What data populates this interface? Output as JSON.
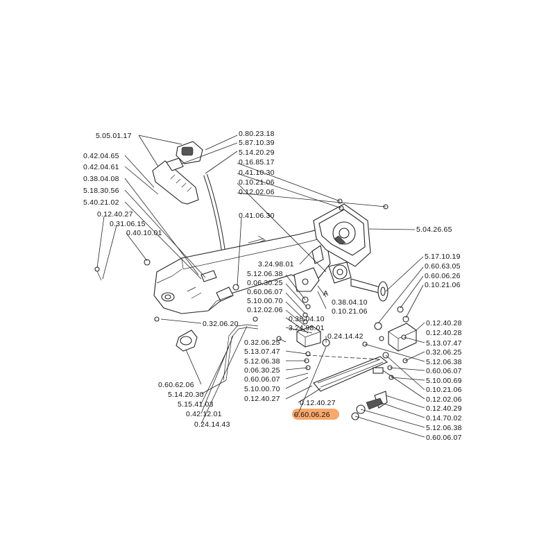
{
  "highlight_color": "#f7a86a",
  "labels": {
    "l01": "5.05.01.17",
    "l02": "0.80.23.18",
    "l03": "5.87.10.39",
    "l04": "5.14.20.29",
    "l05": "0.42.04.65",
    "l06": "0.42.04.61",
    "l07": "0.16.85.17",
    "l08": "0.41.10.30",
    "l09": "0.38.04.08",
    "l10": "5.18.30.56",
    "l11": "0.10.21.06",
    "l12": "0.12.02.06",
    "l13": "5.40.21.02",
    "l14": "0.12.40.27",
    "l15": "0.31.06.15",
    "l16": "0.40.10.01",
    "l17": "0.41.06.30",
    "l18": "5.04.26.65",
    "l19": "5.17.10.19",
    "l20": "0.60.63.05",
    "l21": "0.60.06.26",
    "l22": "0.10.21.06",
    "l23": "3.24.98.01",
    "l24": "5.12.06.38",
    "l25": "0.06.30.25",
    "l26": "0.60.06.07",
    "l27": "5.10.00.70",
    "l28": "0.12.02.06",
    "l29": "A",
    "l30": "0.38.04.10",
    "l31": "0.10.21.06",
    "l32": "0.38.04.10",
    "l33": "3.24.98.01",
    "l34": "0.24.14.42",
    "l35": "0.32.06.20",
    "l36": "0.32.06.25",
    "l37": "5.13.07.47",
    "l38": "5.12.06.38",
    "l39": "0.06.30.25",
    "l40": "0.60.06.07",
    "l41": "5.10.00.70",
    "l42": "0.12.40.27",
    "l43": "0.12.40.28",
    "l44": "0.12.40.28",
    "l45": "5.13.07.47",
    "l46": "0.32.06.25",
    "l47": "5.12.06.38",
    "l48": "0.60.06.07",
    "l49": "5.10.00.69",
    "l50": "0.10.21.06",
    "l51": "0.12.02.06",
    "l52": "0.12.40.29",
    "l53": "0.14.70.02",
    "l54": "5.12.06.38",
    "l55": "0.60.06.07",
    "l56": "0.60.62.06",
    "l57": "5.14.20.30",
    "l58": "5.15.41.03",
    "l59": "0.42.12.01",
    "l60": "0.24.14.43",
    "l61": "0.12.40.27",
    "l62": "0.60.06.26"
  }
}
